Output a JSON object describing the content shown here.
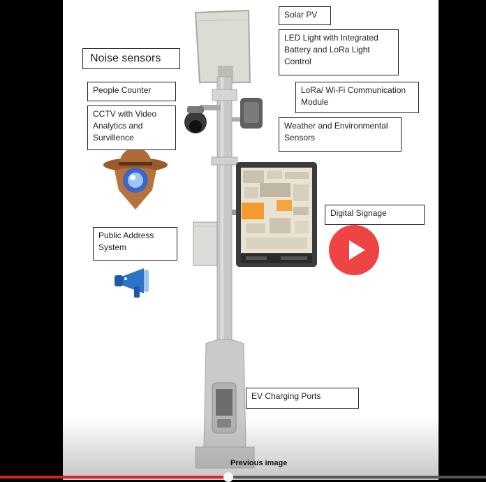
{
  "labels": {
    "solar_pv": "Solar PV",
    "led_light": "LED Light with Integrated Battery and LoRa Light Control",
    "noise_sensors": "Noise sensors",
    "people_counter": "People Counter",
    "cctv": "CCTV with Video Analytics and Survillence",
    "lora_wifi": "LoRa/ Wi-Fi Communication Module",
    "weather": "Weather and Environmental Sensors",
    "digital_signage": "Digital Signage",
    "public_address": "Public Address System",
    "ev_charging": "EV Charging Ports"
  },
  "player": {
    "previous_image": "Previous image",
    "progress_percent": 47,
    "accent_color": "#ee4444"
  },
  "icons": [
    "play-icon",
    "spy-detective-icon",
    "megaphone-icon"
  ]
}
